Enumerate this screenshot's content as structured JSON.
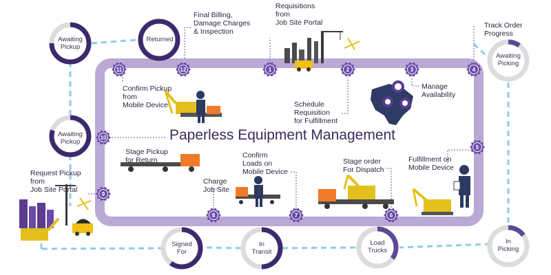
{
  "title": "Paperless Equipment Management",
  "steps": [
    {
      "num": "1",
      "label": "Requisitions\nfrom\nJob Site Portal"
    },
    {
      "num": "2",
      "label": "Schedule\nRequisition\nfor Fulfillment"
    },
    {
      "num": "3",
      "label": "Manage\nAvailability"
    },
    {
      "num": "4",
      "label": "Track Order\nProgress"
    },
    {
      "num": "5",
      "label": "Fulfillment on\nMobile Device"
    },
    {
      "num": "6",
      "label": "Stage order\nFor Dispatch"
    },
    {
      "num": "7",
      "label": "Confirm\nLoads on\nMobile Device"
    },
    {
      "num": "8",
      "label": "Charge\nJob Site"
    },
    {
      "num": "9",
      "label": "Request Pickup\nfrom\nJob Site Portal"
    },
    {
      "num": "10",
      "label": "Stage Pickup\nfor Return"
    },
    {
      "num": "11",
      "label": "Confirm Pickup\nfrom\nMobile Device"
    },
    {
      "num": "12",
      "label": "Final Billing,\nDamage Charges\n& Inspection"
    }
  ],
  "statuses": [
    {
      "label": "Awaiting\nPickup",
      "fill": 0.75
    },
    {
      "label": "Returned",
      "fill": 1.0
    },
    {
      "label": "Awaiting\nPicking",
      "fill": 0.1
    },
    {
      "label": "In\nPicking",
      "fill": 0.15
    },
    {
      "label": "Load\nTrucks",
      "fill": 0.35
    },
    {
      "label": "In\nTransit",
      "fill": 0.5
    },
    {
      "label": "Signed\nFor",
      "fill": 0.6
    },
    {
      "label": "Awaiting\nPickup",
      "fill": 0.8
    }
  ],
  "colors": {
    "track": "#b9a9d4",
    "track_inner": "#ffffff",
    "badge": "#6b4aa8",
    "ring_fill": "#3c2a6d",
    "ring_light": "#5b4a96",
    "ring_bg": "#dcdcdc",
    "dash": "#8fcbe6",
    "leader": "#7a4f9e",
    "truck_cab": "#ee7a2a",
    "excavator": "#e3c01d",
    "navy": "#2b3a5e"
  }
}
